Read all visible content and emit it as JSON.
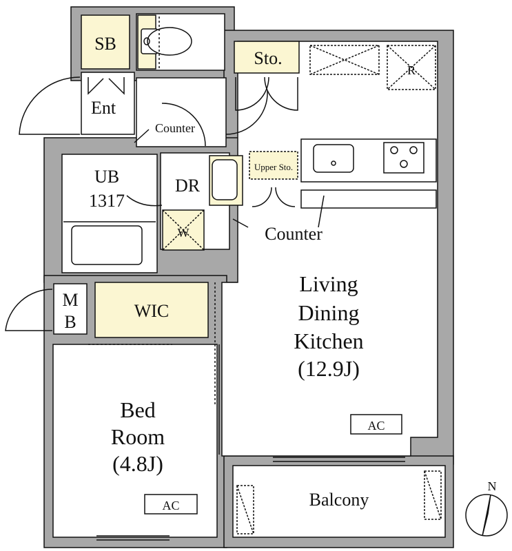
{
  "labels": {
    "sb": "SB",
    "sto": "Sto.",
    "ent": "Ent",
    "r": "R",
    "counter_top": "Counter",
    "upper_sto": "Upper Sto.",
    "ub_line1": "UB",
    "ub_line2": "1317",
    "dr": "DR",
    "w": "W",
    "counter_mid": "Counter",
    "mb_line1": "M",
    "mb_line2": "B",
    "wic": "WIC",
    "ldk_line1": "Living",
    "ldk_line2": "Dining",
    "ldk_line3": "Kitchen",
    "ldk_line4": "(12.9J)",
    "ac_ldk": "AC",
    "bed_line1": "Bed",
    "bed_line2": "Room",
    "bed_line3": "(4.8J)",
    "ac_bed": "AC",
    "balcony": "Balcony",
    "north": "N"
  },
  "colors": {
    "wall": "#a8a8a8",
    "line": "#111111",
    "storage_fill": "#fbf6d2",
    "room_fill": "#ffffff"
  },
  "icons": {
    "toilet": "toilet-icon",
    "sink": "kitchen-sink-icon",
    "stove": "stove-icon",
    "basin": "wash-basin-icon",
    "bathtub": "bathtub-icon",
    "compass": "north-compass-icon"
  }
}
